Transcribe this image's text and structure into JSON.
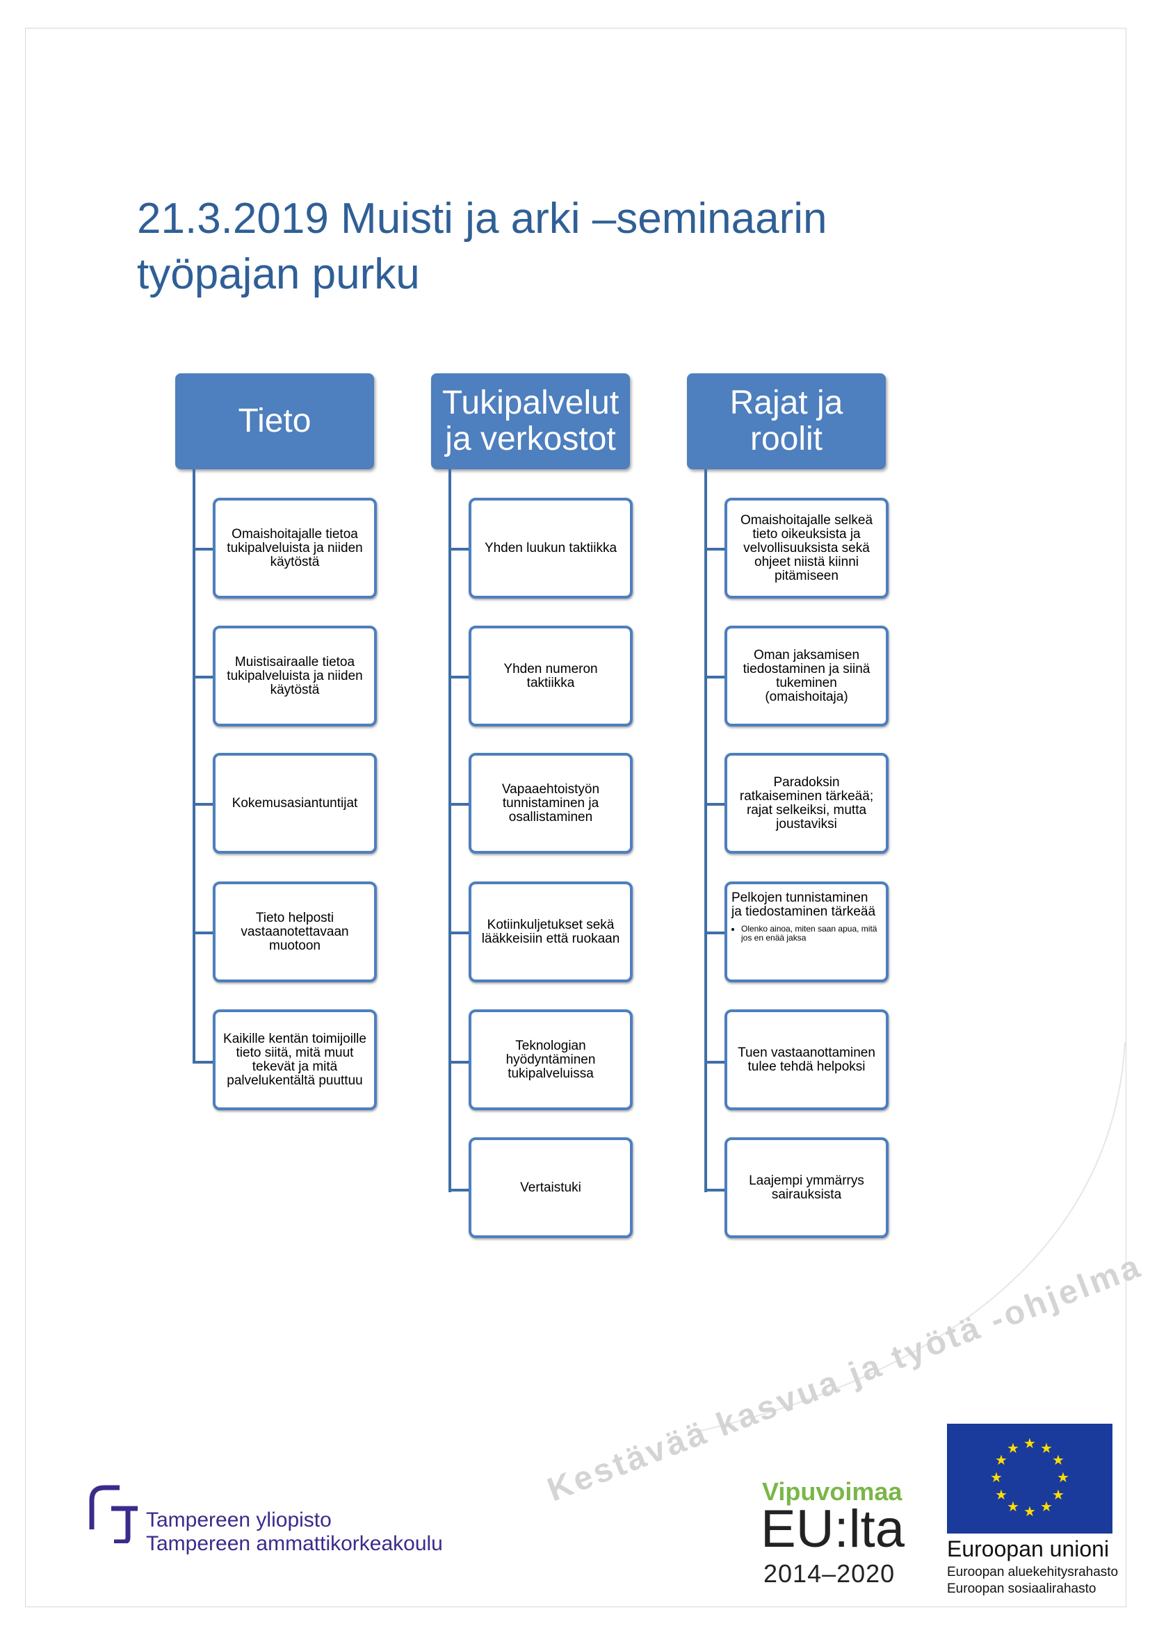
{
  "title": {
    "line1": "21.3.2019 Muisti ja arki –seminaarin",
    "line2": "työpajan purku"
  },
  "columns": [
    {
      "heading_line1": "Tieto",
      "heading_line2": "",
      "items": [
        "Omaishoitajalle tietoa tukipalveluista ja niiden käytöstä",
        "Muistisairaalle tietoa tukipalveluista ja niiden käytöstä",
        "Kokemusasiantuntijat",
        "Tieto helposti vastaanotettavaan muotoon",
        "Kaikille kentän toimijoille tieto siitä, mitä muut tekevät ja mitä palvelukentältä puuttuu"
      ]
    },
    {
      "heading_line1": "Tukipalvelut",
      "heading_line2": "ja verkostot",
      "items": [
        "Yhden luukun taktiikka",
        "Yhden numeron taktiikka",
        "Vapaaehtoistyön tunnistaminen ja osallistaminen",
        "Kotiinkuljetukset sekä lääkkeisiin että ruokaan",
        "Teknologian hyödyntäminen tukipalveluissa",
        "Vertaistuki"
      ]
    },
    {
      "heading_line1": "Rajat ja",
      "heading_line2": "roolit",
      "items": [
        "Omaishoitajalle selkeä tieto oikeuksista ja velvollisuuksista sekä ohjeet niistä kiinni pitämiseen",
        "Oman jaksamisen tiedostaminen ja siinä tukeminen (omaishoitaja)",
        "Paradoksin ratkaiseminen tärkeää; rajat selkeiksi, mutta joustaviksi",
        "Pelkojen tunnistaminen ja tiedostaminen tärkeää",
        "Tuen vastaanottaminen tulee tehdä helpoksi",
        "Laajempi ymmärrys sairauksista"
      ],
      "item4_bullet": "Olenko ainoa, miten saan apua, mitä jos en enää jaksa"
    }
  ],
  "footer": {
    "slogan": "Kestävää kasvua ja työtä -ohjelma",
    "tuni_line1": "Tampereen yliopisto",
    "tuni_line2": "Tampereen ammattikorkeakoulu",
    "vipu_top": "Vipuvoimaa",
    "vipu_mid": "EU:lta",
    "vipu_bot": "2014–2020",
    "eu_name": "Euroopan unioni",
    "eu_fund1": "Euroopan aluekehitysrahasto",
    "eu_fund2": "Euroopan sosiaalirahasto"
  },
  "colors": {
    "heading": "#4e7fbe",
    "title": "#2f5f96",
    "green": "#7ab648",
    "eu_blue": "#1a3a9c",
    "eu_star": "#ffdd00"
  }
}
